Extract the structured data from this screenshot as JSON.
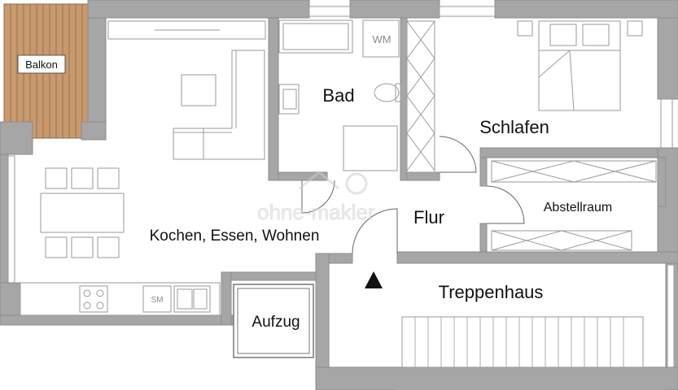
{
  "rooms": {
    "balkon": "Balkon",
    "bad": "Bad",
    "schlafen": "Schlafen",
    "abstellraum": "Abstellraum",
    "flur": "Flur",
    "wohnen": "Kochen, Essen, Wohnen",
    "treppenhaus": "Treppenhaus",
    "aufzug": "Aufzug"
  },
  "fixtures": {
    "washing_machine": "WM",
    "dishwasher": "SM"
  },
  "watermark": "ohne-makler",
  "colors": {
    "wall": "#a6a6a6",
    "balcony_deck": "#c99a6e",
    "fixture_line": "#9a9a9a",
    "label": "#111111"
  }
}
